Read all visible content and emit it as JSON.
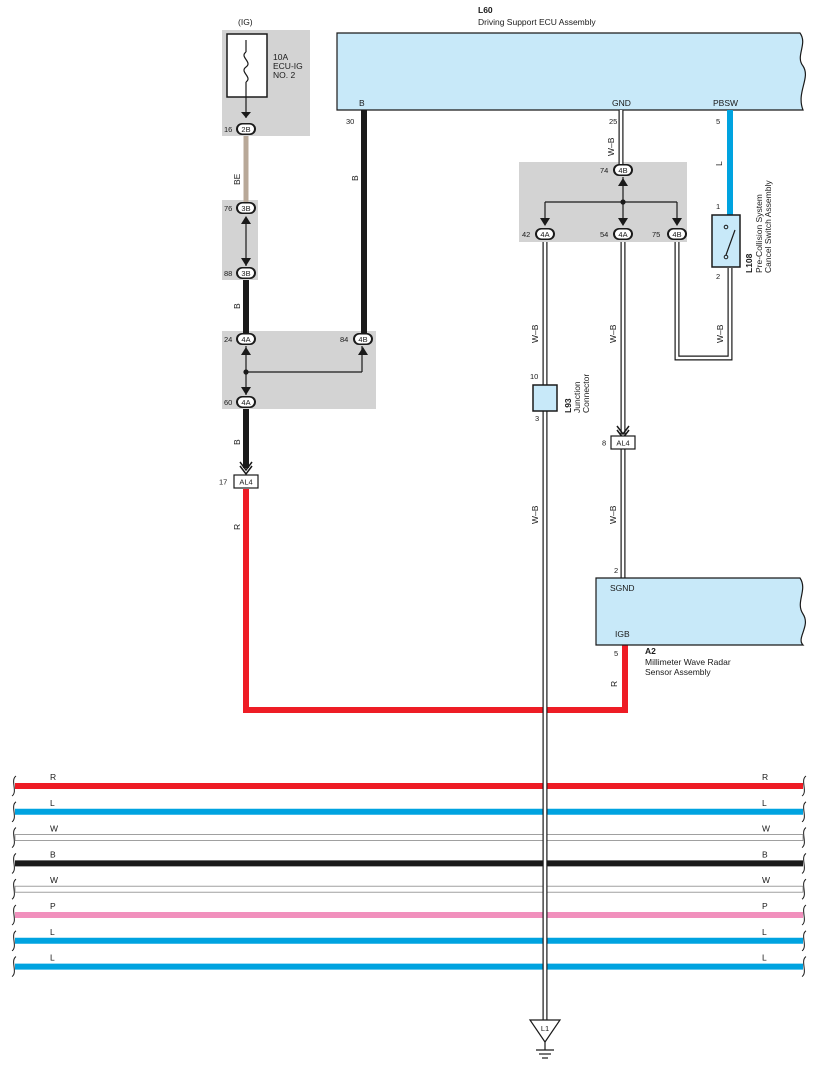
{
  "colors": {
    "red": "#ee1c25",
    "blue": "#00a3e0",
    "black": "#1a1a1a",
    "beige": "#b8a898",
    "pink": "#f190bd",
    "ecu_fill": "#c8e9f9",
    "junction_fill": "#d3d3d3"
  },
  "fuse": {
    "supply": "(IG)",
    "rating": "10A",
    "name_line1": "ECU-IG",
    "name_line2": "NO. 2"
  },
  "ecu": {
    "code": "L60",
    "name": "Driving Support ECU Assembly",
    "pin_b_label": "B",
    "pin_gnd_label": "GND",
    "pin_pbsw_label": "PBSW",
    "pin_b_num": "30",
    "pin_gnd_num": "25",
    "pin_pbsw_num": "5"
  },
  "connectors": {
    "c16": {
      "num": "16",
      "label": "2B"
    },
    "c76": {
      "num": "76",
      "label": "3B"
    },
    "c88": {
      "num": "88",
      "label": "3B"
    },
    "c24": {
      "num": "24",
      "label": "4A"
    },
    "c84": {
      "num": "84",
      "label": "4B"
    },
    "c60": {
      "num": "60",
      "label": "4A"
    },
    "c74": {
      "num": "74",
      "label": "4B"
    },
    "c42": {
      "num": "42",
      "label": "4A"
    },
    "c54": {
      "num": "54",
      "label": "4A"
    },
    "c75": {
      "num": "75",
      "label": "4B"
    },
    "al4_left": {
      "num": "17",
      "label": "AL4"
    },
    "al4_right": {
      "num": "8",
      "label": "AL4"
    }
  },
  "wire_labels": {
    "be": "BE",
    "b1": "B",
    "b2": "B",
    "b3": "B",
    "r_left": "R",
    "r_right": "R",
    "wb_gnd": "W–B",
    "wb_42": "W–B",
    "wb_42_lower": "W–B",
    "wb_54": "W–B",
    "wb_54_lower": "W–B",
    "wb_75": "W–B",
    "l_pbsw": "L"
  },
  "switch": {
    "code": "L108",
    "name_line1": "Pre-Collision System",
    "name_line2": "Cancel Switch Assembly",
    "pin1": "1",
    "pin2": "2"
  },
  "junction": {
    "code": "L93",
    "name_line1": "Junction",
    "name_line2": "Connector",
    "pin_top": "10",
    "pin_bottom": "3"
  },
  "radar": {
    "code": "A2",
    "name_line1": "Millimeter Wave Radar",
    "name_line2": "Sensor Assembly",
    "pin_sgnd_label": "SGND",
    "pin_igb_label": "IGB",
    "pin_sgnd_num": "2",
    "pin_igb_num": "5"
  },
  "bus": [
    {
      "label": "R",
      "color": "#ee1c25"
    },
    {
      "label": "L",
      "color": "#00a3e0"
    },
    {
      "label": "W",
      "color": "#ffffff"
    },
    {
      "label": "B",
      "color": "#1a1a1a"
    },
    {
      "label": "W",
      "color": "#ffffff"
    },
    {
      "label": "P",
      "color": "#f190bd"
    },
    {
      "label": "L",
      "color": "#00a3e0"
    },
    {
      "label": "L",
      "color": "#00a3e0"
    }
  ],
  "ground": {
    "label": "L1"
  }
}
